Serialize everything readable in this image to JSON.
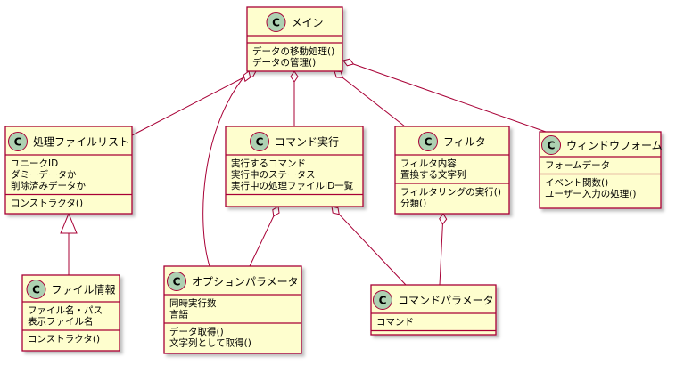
{
  "colors": {
    "class_fill": "#FEFECE",
    "class_border": "#A80036",
    "circle_fill": "#ADD1B2",
    "edge": "#A80036"
  },
  "stereotype_letter": "C",
  "classes": {
    "main": {
      "name": "メイン",
      "fields": [],
      "methods": [
        "データの移動処理()",
        "データの管理()"
      ]
    },
    "proc_list": {
      "name": "処理ファイルリスト",
      "fields": [
        "ユニークID",
        "ダミーデータか",
        "削除済みデータか"
      ],
      "methods": [
        "コンストラクタ()"
      ]
    },
    "cmd_exec": {
      "name": "コマンド実行",
      "fields": [
        "実行するコマンド",
        "実行中のステータス",
        "実行中の処理ファイルID一覧"
      ],
      "methods": []
    },
    "filter": {
      "name": "フィルタ",
      "fields": [
        "フィルタ内容",
        "置換する文字列"
      ],
      "methods": [
        "フィルタリングの実行()",
        "分類()"
      ]
    },
    "window_form": {
      "name": "ウィンドウフォーム",
      "fields": [
        "フォームデータ"
      ],
      "methods": [
        "イベント関数()",
        "ユーザー入力の処理()"
      ]
    },
    "file_info": {
      "name": "ファイル情報",
      "fields": [
        "ファイル名・パス",
        "表示ファイル名"
      ],
      "methods": [
        "コンストラクタ()"
      ]
    },
    "option_params": {
      "name": "オプションパラメータ",
      "fields": [
        "同時実行数",
        "言語"
      ],
      "methods": [
        "データ取得()",
        "文字列として取得()"
      ]
    },
    "cmd_params": {
      "name": "コマンドパラメータ",
      "fields": [
        "コマンド"
      ],
      "methods": []
    }
  }
}
